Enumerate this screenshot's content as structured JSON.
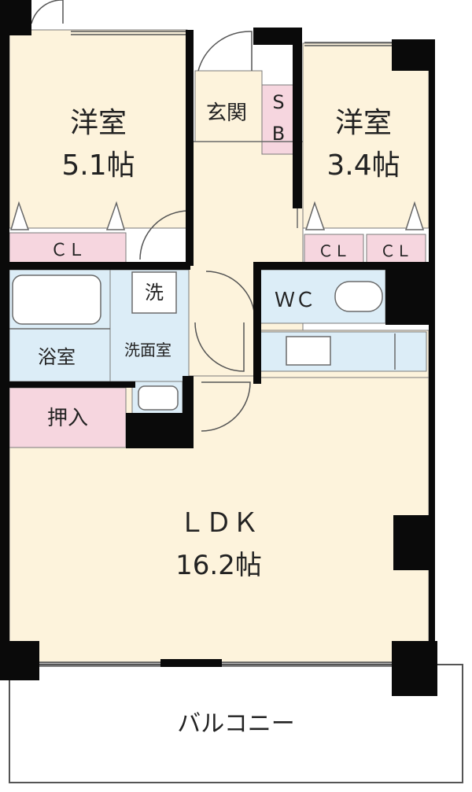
{
  "colors": {
    "floor": "#fdf3dc",
    "wet": "#dcedf7",
    "storage": "#f6d6df",
    "wall": "#0a0a0a",
    "fixture": "#ffffff",
    "line": "#7a7a7a"
  },
  "rooms": {
    "western_room_1": {
      "name": "洋室",
      "size": "5.1帖"
    },
    "western_room_2": {
      "name": "洋室",
      "size": "3.4帖"
    },
    "ldk": {
      "name": "ＬＤＫ",
      "size": "16.2帖"
    },
    "entrance": "玄関",
    "shoe_box_s": "S",
    "shoe_box_b": "B",
    "closet_1": "ＣＬ",
    "closet_2a": "ＣＬ",
    "closet_2b": "ＣＬ",
    "wc": "ＷＣ",
    "bath": "浴室",
    "washroom": "洗面室",
    "washer": "洗",
    "oshiire": "押入",
    "balcony": "バルコニー"
  }
}
